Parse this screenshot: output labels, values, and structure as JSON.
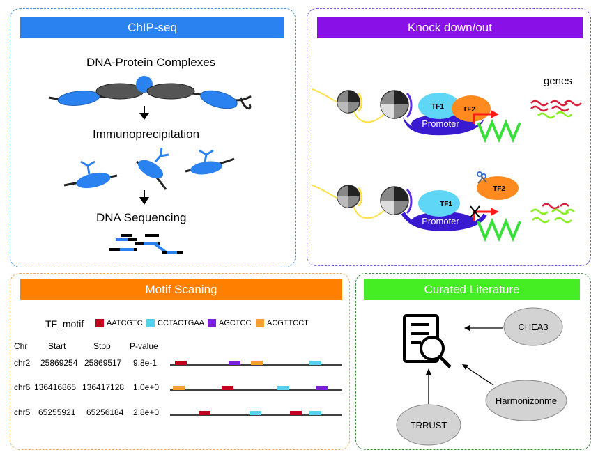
{
  "panels": {
    "chipseq": {
      "title": "ChIP-seq",
      "step1": "DNA-Protein Complexes",
      "step2": "Immunoprecipitation",
      "step3": "DNA Sequencing"
    },
    "knockdown": {
      "title": "Knock down/out",
      "genes_label": "genes",
      "tf1": "TF1",
      "tf2": "TF2",
      "promoter": "Promoter"
    },
    "motif": {
      "title": "Motif Scaning",
      "legend_title": "TF_motif",
      "motifs": [
        {
          "seq": "AATCGTC",
          "color": "#c0001e"
        },
        {
          "seq": "CCTACTGAA",
          "color": "#55d0ef"
        },
        {
          "seq": "AGCTCC",
          "color": "#7a20d8"
        },
        {
          "seq": "ACGTTCCT",
          "color": "#f5a02c"
        }
      ],
      "headers": [
        "Chr",
        "Start",
        "Stop",
        "P-value"
      ],
      "rows": [
        {
          "chr": "chr2",
          "start": "25869254",
          "stop": "25869517",
          "p": "9.8e-1"
        },
        {
          "chr": "chr6",
          "start": "136416865",
          "stop": "136417128",
          "p": "1.0e+0"
        },
        {
          "chr": "chr5",
          "start": "65255921",
          "stop": "65256184",
          "p": "2.8e+0"
        }
      ]
    },
    "literature": {
      "title": "Curated Literature",
      "sources": [
        "CHEA3",
        "Harmonizonme",
        "TRRUST"
      ]
    }
  },
  "colors": {
    "chip_border": "#4a90e8",
    "chip_bar": "#2a82f0",
    "knock_border": "#7a55e0",
    "knock_bar": "#8a10e8",
    "motif_border": "#f0a860",
    "motif_bar": "#ff8000",
    "lit_border": "#3c8c3c",
    "lit_bar": "#44ee22"
  }
}
